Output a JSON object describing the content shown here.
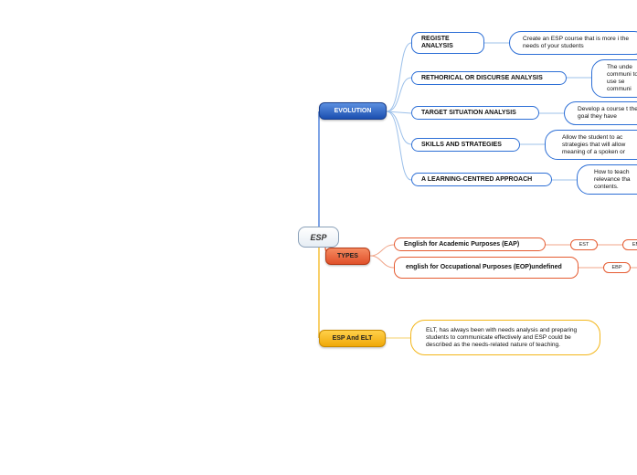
{
  "root": {
    "label": "ESP"
  },
  "branches": {
    "evolution": {
      "label": "EVOLUTION",
      "items": [
        {
          "label": "REGISTE ANALYSIS",
          "desc": "Create an ESP course that is more i the needs of your students"
        },
        {
          "label": "RETHORICAL OR DISCURSE ANALYSIS",
          "desc": "The unde communi to use se communi"
        },
        {
          "label": "TARGET SITUATION ANALYSIS",
          "desc": "Develop a course t the goal they have"
        },
        {
          "label": "SKILLS AND STRATEGIES",
          "desc": "Allow the student to ac strategies that will allow meaning of a spoken or"
        },
        {
          "label": "A LEARNING-CENTRED APPROACH",
          "desc": "How to teach relevance tha contents."
        }
      ]
    },
    "types": {
      "label": "TYPES",
      "items": [
        {
          "label": "English for Academic Purposes (EAP)",
          "tags": [
            "EST",
            "EM"
          ]
        },
        {
          "label": "english for Occupational Purposes (EOP)undefined",
          "tags": [
            "EBP"
          ]
        }
      ]
    },
    "esp_elt": {
      "label": "ESP And ELT",
      "desc": "ELT, has always been with needs analysis and preparing students to communicate effectively and ESP could be described as the needs-related nature of teaching."
    }
  },
  "colors": {
    "blue": "#2d6fd6",
    "red": "#e55b31",
    "yellow": "#f3b61a",
    "link_blue": "#9cc0ea",
    "link_red": "#f0a488",
    "link_yellow": "#f6cf6a"
  }
}
